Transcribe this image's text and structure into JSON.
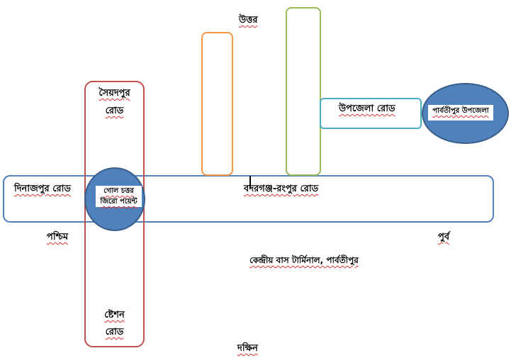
{
  "directions": {
    "north": "উত্তর",
    "south": "দক্ষিন",
    "west": "পশ্চিম",
    "east": "পুর্ব"
  },
  "roads": {
    "main_road": "বদরগঞ্জ-রংপুর রোড",
    "dinajpur": "দিনাজপুর রোড",
    "saidpur_line1": "সৈয়দপুর",
    "saidpur_line2": "রোড",
    "station_line1": "ষ্টেশন",
    "station_line2": "রোড",
    "upazila_road": "উপজেলা রোড"
  },
  "places": {
    "roundabout_line1": "গোল চত্তর",
    "roundabout_line2": "জিরো পয়েন্ট",
    "parbatipur_upazila": "পার্বতীপুর উপজেলা",
    "bus_terminal": "কেন্দ্রীয় বাস টার্মিনাল, পার্বতীপুর"
  },
  "colors": {
    "main_road_border": "#4f81bd",
    "vertical_road_border": "#c0504d",
    "orange_block": "#f79646",
    "green_block": "#9bbb59",
    "upazila_road_border": "#4bacc6",
    "circle_fill": "#4f81bd",
    "circle_border": "#385d8a"
  }
}
